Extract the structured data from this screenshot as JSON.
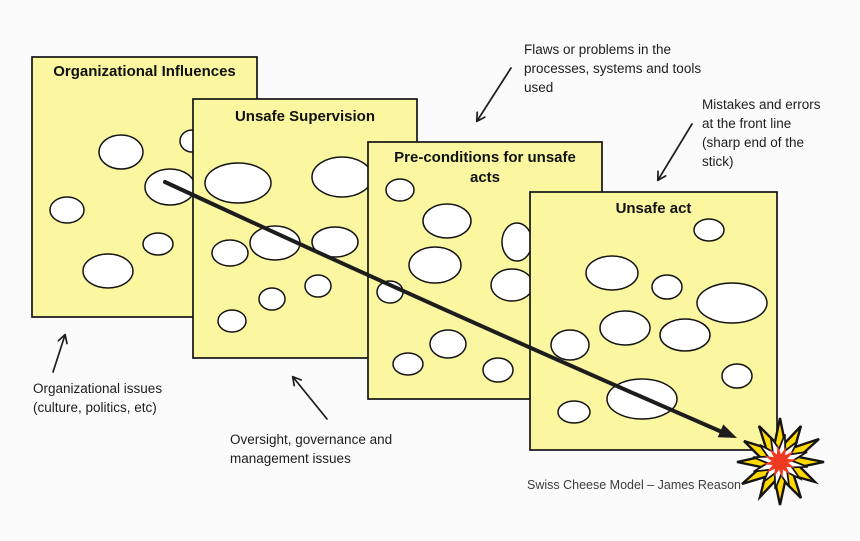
{
  "colors": {
    "bg": "#fbfbfb",
    "cheese": "#faf7a0",
    "hole": "#ffffff",
    "outline": "#141414",
    "ink": "#1d1d1d",
    "caption_ink": "#3c3c3c",
    "explosion_yellow": "#ffd900",
    "explosion_white": "#ffffff",
    "explosion_red": "#ee3a20"
  },
  "slices": [
    {
      "label": "Organizational Influences"
    },
    {
      "label": "Unsafe Supervision"
    },
    {
      "label": "Pre-conditions for unsafe acts"
    },
    {
      "label": "Unsafe act"
    }
  ],
  "annotations": {
    "flaws": {
      "lines": [
        "Flaws or problems in the",
        "processes, systems and tools",
        "used"
      ]
    },
    "mistakes": {
      "lines": [
        "Mistakes and errors",
        "at the front line",
        "(sharp end of the",
        "stick)"
      ]
    },
    "org_issues": {
      "lines": [
        "Organizational issues",
        "(culture, politics, etc)"
      ]
    },
    "oversight": {
      "lines": [
        "Oversight, governance and",
        "management issues"
      ]
    }
  },
  "caption": "Swiss Cheese Model – James Reason"
}
